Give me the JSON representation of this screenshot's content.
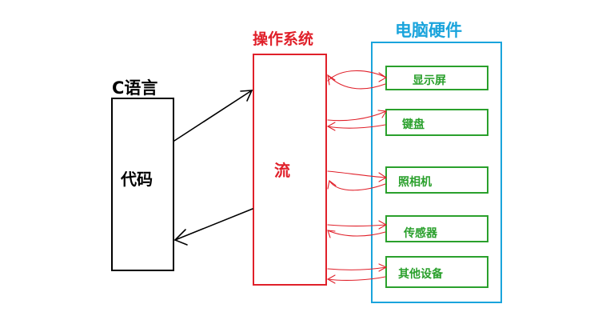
{
  "language": {
    "title": "C语言",
    "box_label": "代码"
  },
  "os": {
    "title": "操作系统",
    "box_label": "流"
  },
  "hardware": {
    "title": "电脑硬件",
    "devices": [
      "显示屏",
      "键盘",
      "照相机",
      "传感器",
      "其他设备"
    ]
  },
  "colors": {
    "language": "#000000",
    "os": "#e0202a",
    "hardware_frame": "#1aa4dc",
    "device": "#2aa02c",
    "arrows_language_os": "#000000",
    "arrows_os_devices": "#e0202a"
  }
}
